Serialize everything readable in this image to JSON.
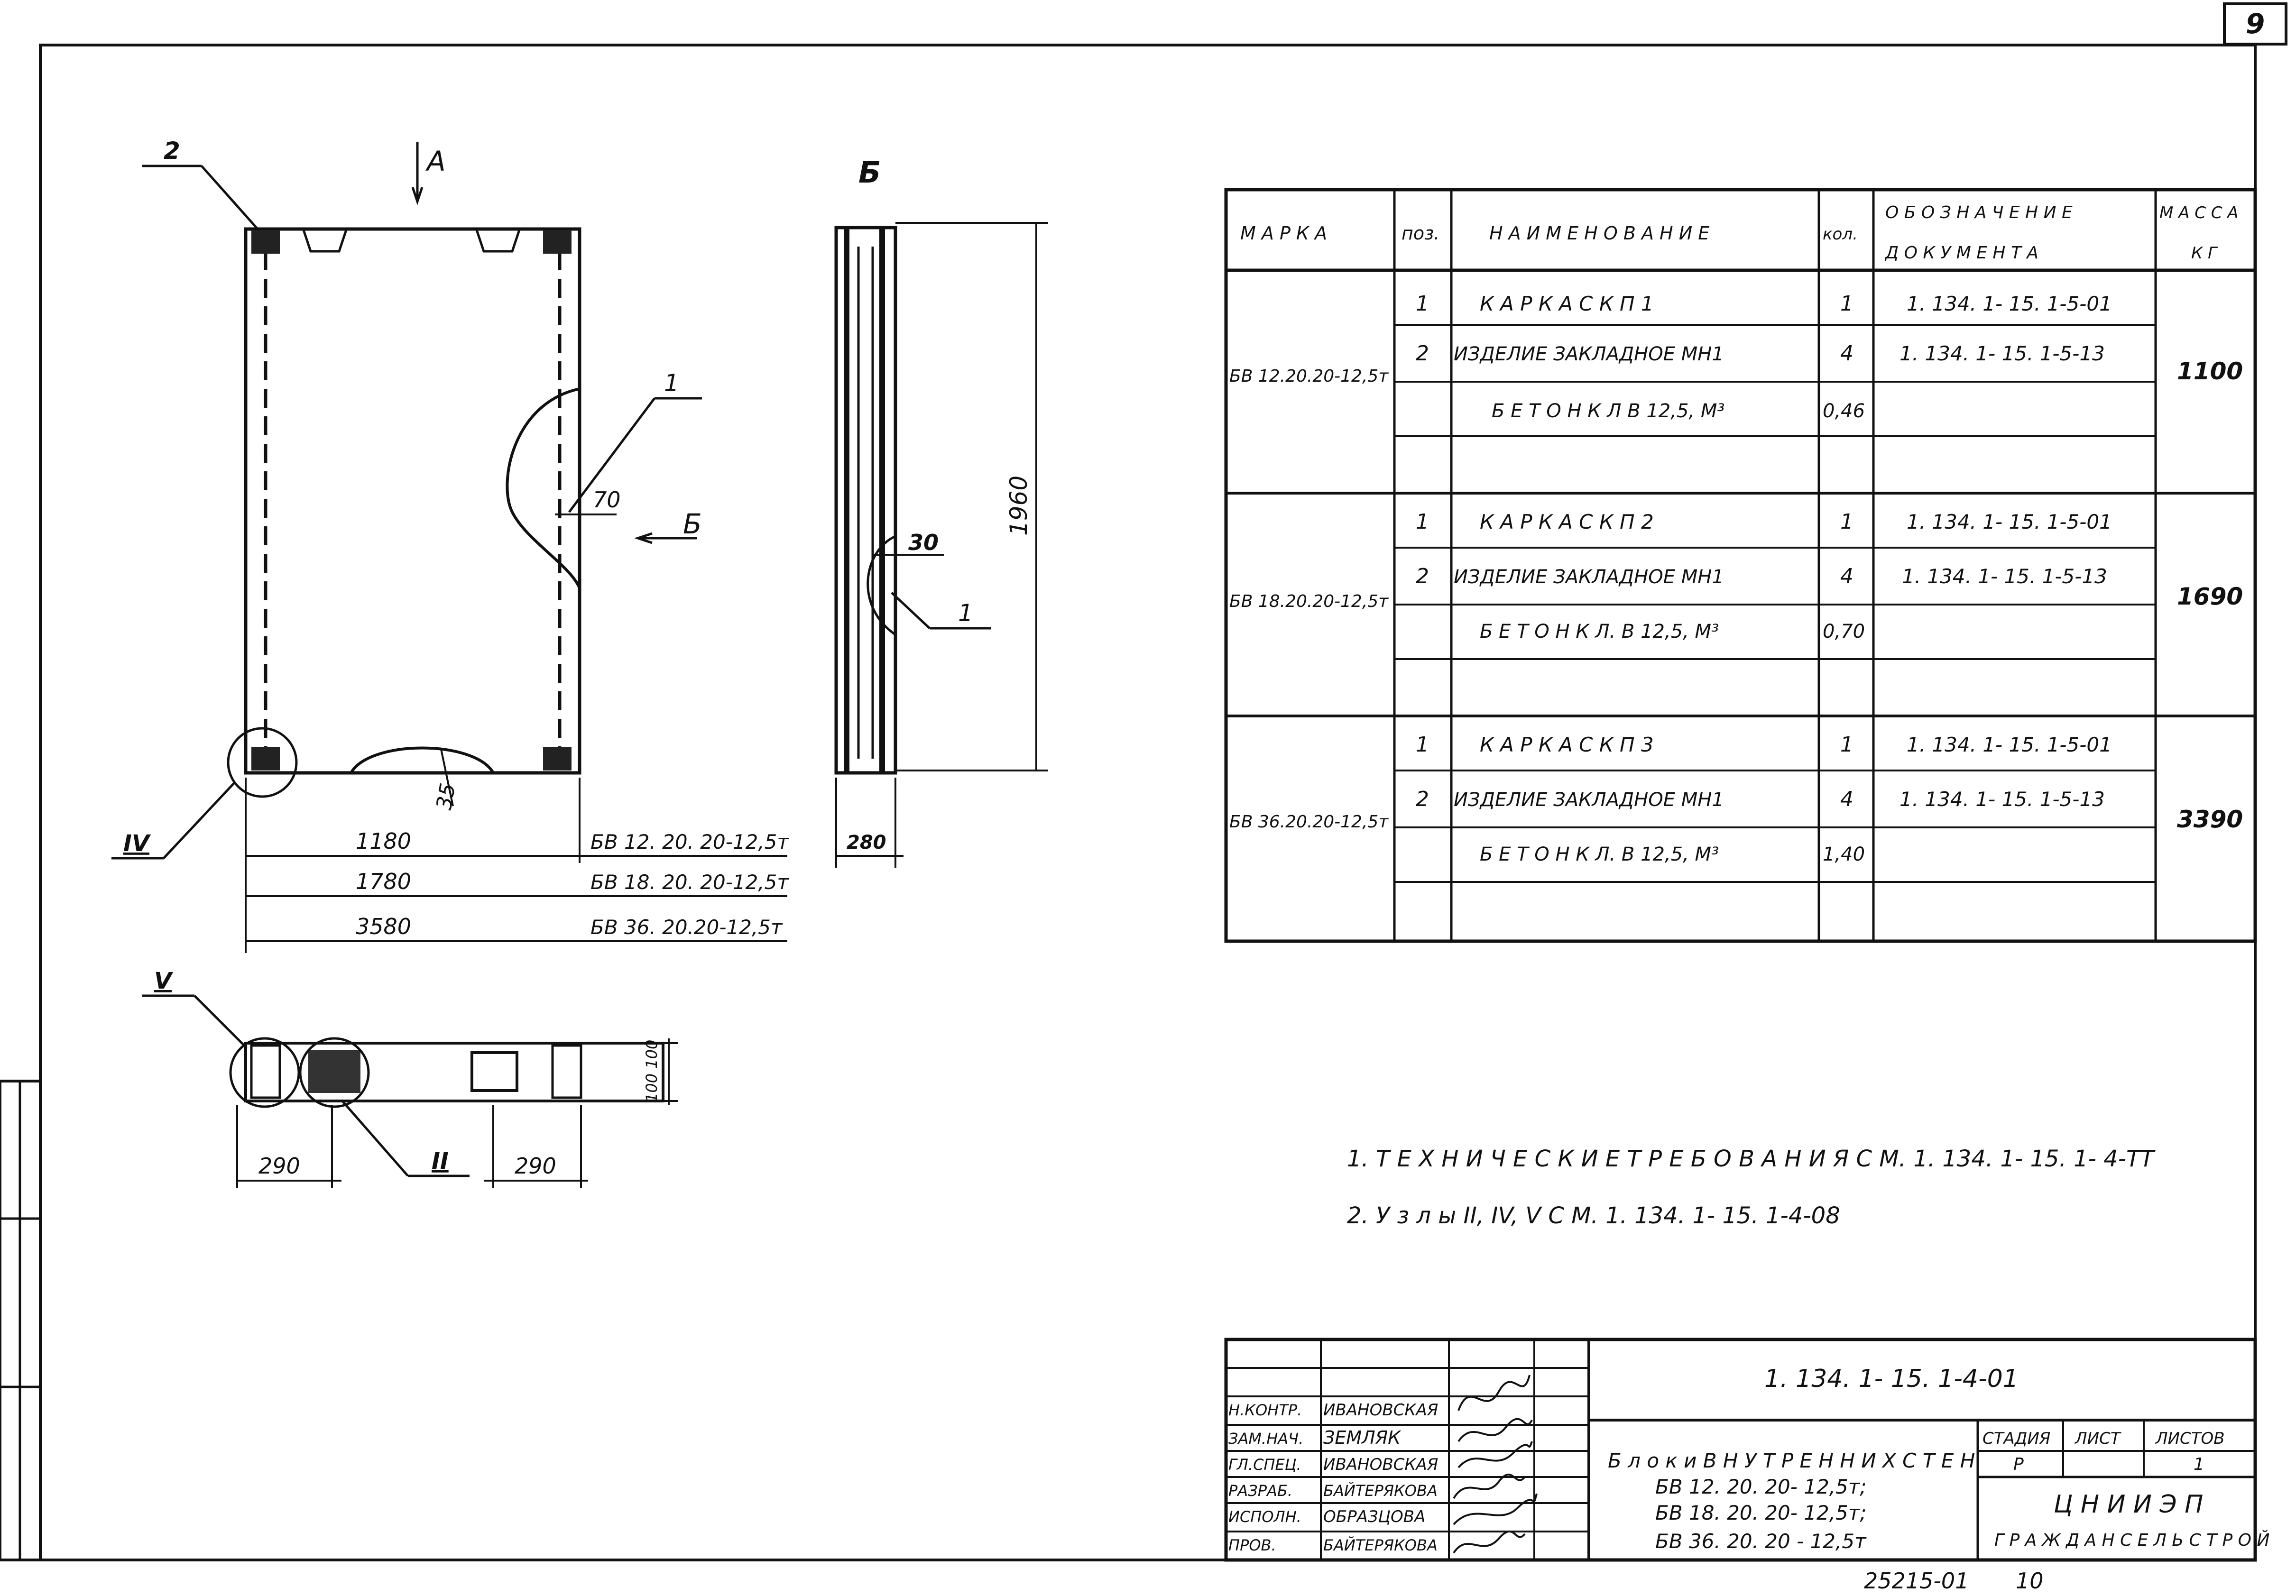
{
  "sheet_number": "9",
  "drawing": {
    "view_a_label": "А",
    "view_b_label": "Б",
    "section_b_arrow_label": "Б",
    "callouts": {
      "pos_2": "2",
      "pos_1_front": "1",
      "pos_1_side": "1",
      "node_4": "IV",
      "node_5": "V",
      "node_2": "II"
    },
    "dims": {
      "d70": "70",
      "d35": "35",
      "d30": "30",
      "d1960": "1960",
      "d280": "280",
      "d290_left": "290",
      "d290_right": "290",
      "d100_100": "100 100"
    },
    "length_rows": [
      {
        "length": "1180",
        "mark": "БВ 12. 20. 20-12,5т"
      },
      {
        "length": "1780",
        "mark": "БВ 18. 20. 20-12,5т"
      },
      {
        "length": "3580",
        "mark": "БВ 36. 20.20-12,5т"
      }
    ]
  },
  "spec_table": {
    "headers": {
      "mark": "М А Р К А",
      "pos": "поз.",
      "name": "Н А И М Е Н О В А Н И Е",
      "qty": "кол.",
      "doc_line1": "О Б О З Н А Ч Е Н И Е",
      "doc_line2": "Д О К У М Е Н Т А",
      "mass_line1": "М А С С А",
      "mass_line2": "К Г"
    },
    "groups": [
      {
        "mark": "БВ 12.20.20-12,5т",
        "mass": "1100",
        "rows": [
          {
            "pos": "1",
            "name": "К А Р К А С    К П 1",
            "qty": "1",
            "doc": "1. 134. 1- 15. 1-5-01"
          },
          {
            "pos": "2",
            "name": "ИЗДЕЛИЕ ЗАКЛАДНОЕ   МН1",
            "qty": "4",
            "doc": "1. 134. 1- 15. 1-5-13"
          },
          {
            "pos": "",
            "name": "Б Е Т О Н    К Л   В 12,5,  М³",
            "qty": "0,46",
            "doc": ""
          },
          {
            "pos": "",
            "name": "",
            "qty": "",
            "doc": ""
          }
        ]
      },
      {
        "mark": "БВ 18.20.20-12,5т",
        "mass": "1690",
        "rows": [
          {
            "pos": "1",
            "name": "К А Р К А С   К П 2",
            "qty": "1",
            "doc": "1. 134. 1- 15. 1-5-01"
          },
          {
            "pos": "2",
            "name": "ИЗДЕЛИЕ ЗАКЛАДНОЕ   МН1",
            "qty": "4",
            "doc": "1. 134. 1- 15. 1-5-13"
          },
          {
            "pos": "",
            "name": "Б Е Т О Н   К Л.   В 12,5,  М³",
            "qty": "0,70",
            "doc": ""
          },
          {
            "pos": "",
            "name": "",
            "qty": "",
            "doc": ""
          }
        ]
      },
      {
        "mark": "БВ 36.20.20-12,5т",
        "mass": "3390",
        "rows": [
          {
            "pos": "1",
            "name": "К А Р К А С    К П 3",
            "qty": "1",
            "doc": "1. 134. 1- 15. 1-5-01"
          },
          {
            "pos": "2",
            "name": "ИЗДЕЛИЕ ЗАКЛАДНОЕ МН1",
            "qty": "4",
            "doc": "1. 134. 1- 15. 1-5-13"
          },
          {
            "pos": "",
            "name": "Б Е Т О Н   К Л.  В 12,5,  М³",
            "qty": "1,40",
            "doc": ""
          },
          {
            "pos": "",
            "name": "",
            "qty": "",
            "doc": ""
          }
        ]
      }
    ]
  },
  "notes": [
    "1. Т Е Х Н И Ч Е С К И Е    Т Р Е Б О В А Н И Я    С М.  1. 134. 1- 15.  1- 4-ТТ",
    "2. У з л ы  II, IV, V  С М.  1. 134. 1- 15.  1-4-08"
  ],
  "title_block": {
    "code": "1. 134. 1- 15. 1-4-01",
    "title_lines": [
      "Б л о к и   В Н У Т Р Е Н Н И Х   С Т Е Н",
      "БВ 12. 20. 20- 12,5т;",
      "БВ 18. 20. 20- 12,5т;",
      "БВ 36. 20. 20 - 12,5т"
    ],
    "stage_label": "СТАДИЯ",
    "sheet_label": "ЛИСТ",
    "sheets_label": "ЛИСТОВ",
    "stage": "Р",
    "sheet": "",
    "sheets": "1",
    "org_line1": "Ц Н И И Э П",
    "org_line2": "Г Р А Ж Д А Н С Е Л Ь С Т Р О Й",
    "signatures": [
      {
        "role": "Н.КОНТР.",
        "name": "ИВАНОВСКАЯ"
      },
      {
        "role": "ЗАМ.НАЧ.",
        "name": "ЗЕМЛЯК"
      },
      {
        "role": "ГЛ.СПЕЦ.",
        "name": "ИВАНОВСКАЯ"
      },
      {
        "role": "РАЗРАБ.",
        "name": "БАЙТЕРЯКОВА"
      },
      {
        "role": "ИСПОЛН.",
        "name": "ОБРАЗЦОВА"
      },
      {
        "role": "ПРОВ.",
        "name": "БАЙТЕРЯКОВА"
      }
    ]
  },
  "footer": {
    "inventory": "25215-01",
    "page": "10"
  }
}
